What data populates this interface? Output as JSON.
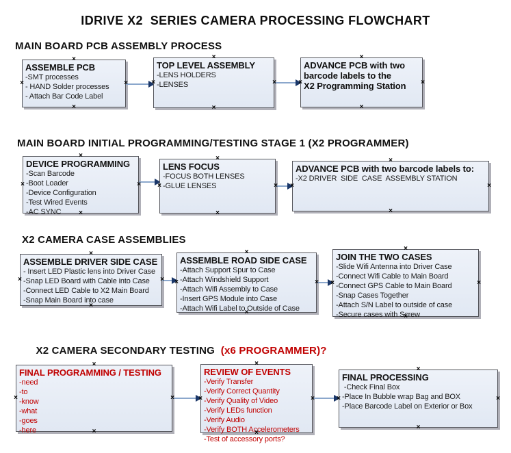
{
  "title": "IDRIVE X2  SERIES CAMERA PROCESSING FLOWCHART",
  "glyphs": {
    "connection_point": "×"
  },
  "colors": {
    "accent_red": "#c00000",
    "box_fill": "#e7edf6",
    "box_border": "#55565c",
    "arrow_line": "#8ba7cc",
    "arrow_head": "#1b3769"
  },
  "sections": [
    {
      "heading": "MAIN BOARD PCB ASSEMBLY PROCESS",
      "boxes": [
        {
          "title": "ASSEMBLE PCB",
          "lines": [
            "-SMT processes",
            "- HAND Solder processes",
            "- Attach Bar Code Label"
          ]
        },
        {
          "title": "TOP LEVEL ASSEMBLY",
          "lines": [
            "-LENS HOLDERS",
            "-LENSES"
          ]
        },
        {
          "title": "ADVANCE PCB with two\nbarcode labels to the\n X2 Programming Station",
          "lines": []
        }
      ]
    },
    {
      "heading": "MAIN BOARD INITIAL PROGRAMMING/TESTING STAGE 1 (X2 PROGRAMMER)",
      "boxes": [
        {
          "title": "DEVICE PROGRAMMING",
          "lines": [
            "-Scan Barcode",
            "-Boot Loader",
            "-Device Configuration",
            "-Test Wired Events",
            "-AC SYNC"
          ]
        },
        {
          "title": "LENS FOCUS",
          "lines": [
            "-FOCUS BOTH LENSES",
            "-GLUE LENSES"
          ]
        },
        {
          "title": "ADVANCE PCB with two barcode labels to:",
          "lines": [
            "-X2 DRIVER  SIDE  CASE  ASSEMBLY STATION"
          ]
        }
      ]
    },
    {
      "heading": "X2 CAMERA CASE ASSEMBLIES",
      "boxes": [
        {
          "title": "ASSEMBLE DRIVER SIDE CASE",
          "lines": [
            "- Insert LED Plastic lens into Driver Case",
            "-Snap LED Board with Cable into Case",
            "-Connect LED Cable to X2 Main Board",
            "-Snap Main Board into case"
          ]
        },
        {
          "title": "ASSEMBLE ROAD SIDE CASE",
          "lines": [
            "-Attach Support Spur to Case",
            "-Attach Windshield Support",
            "-Attach Wifi Assembly to Case",
            "-Insert GPS Module into Case",
            "-Attach Wifi Label to Outside of Case"
          ]
        },
        {
          "title": "JOIN THE TWO CASES",
          "lines": [
            "-Slide Wifi Antenna into Driver Case",
            "-Connect Wifi Cable to Main Board",
            "-Connect GPS Cable to Main Board",
            "-Snap Cases Together",
            "-Attach S/N Label to outside of case",
            "-Secure cases with Screw"
          ]
        }
      ]
    },
    {
      "heading": "X2 CAMERA SECONDARY TESTING ",
      "heading_red": " (x6 PROGRAMMER)?",
      "boxes": [
        {
          "title": "FINAL PROGRAMMING / TESTING",
          "lines": [
            "-need",
            "-to",
            "-know",
            "-what",
            "-goes",
            "-here"
          ]
        },
        {
          "title": "REVIEW OF EVENTS",
          "lines": [
            "-Verify Transfer",
            "-Verify Correct Quantity",
            "-Verify Quality of Video",
            "-Verify LEDs function",
            "-Verify Audio",
            "-Verify BOTH Accelerometers",
            "-Test of accessory ports?"
          ]
        },
        {
          "title": "FINAL PROCESSING",
          "lines": [
            " -Check Final Box",
            "-Place In Bubble wrap Bag and BOX",
            "-Place Barcode Label on Exterior or Box"
          ]
        }
      ]
    }
  ]
}
